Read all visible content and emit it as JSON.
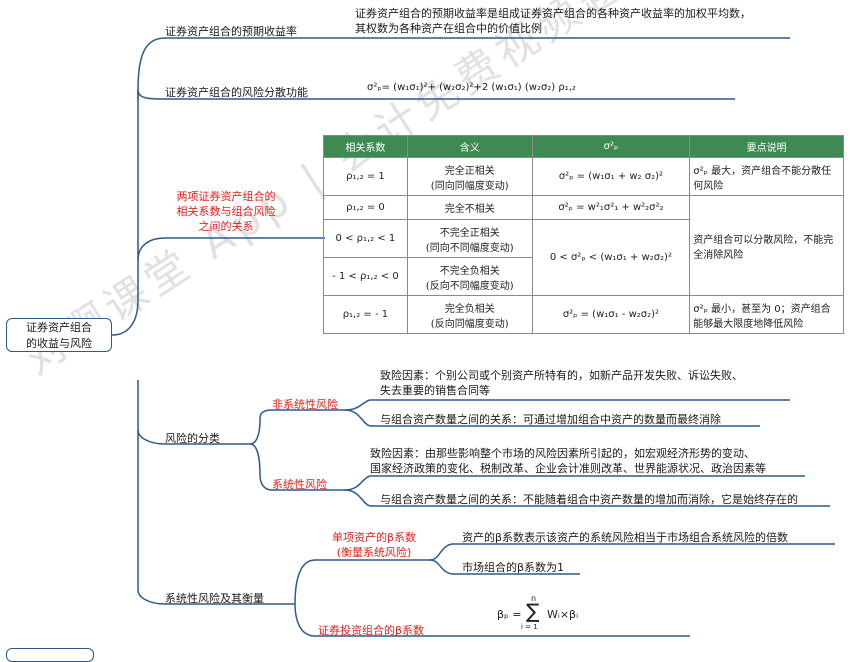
{
  "root": {
    "line1": "证券资产组合",
    "line2": "的收益与风险"
  },
  "branches": {
    "expected_return": {
      "label": "证券资产组合的预期收益率",
      "note_line1": "证券资产组合的预期收益率是组成证券资产组合的各种资产收益率的加权平均数，",
      "note_line2": "其权数为各种资产在组合中的价值比例"
    },
    "risk_diversify": {
      "label": "证券资产组合的风险分散功能",
      "formula": "σ²ₚ= (w₁σ₁)²+ (w₂σ₂)²+2 (w₁σ₁) (w₂σ₂) ρ₁,₂"
    },
    "correlation": {
      "line1": "两项证券资产组合的",
      "line2": "相关系数与组合风险",
      "line3": "之间的关系"
    },
    "risk_types": {
      "label": "风险的分类",
      "unsystematic": {
        "label": "非系统性风险",
        "cause_line1": "致险因素：个别公司或个别资产所特有的，如新产品开发失败、诉讼失败、",
        "cause_line2": "失去重要的销售合同等",
        "relation": "与组合资产数量之间的关系：可通过增加组合中资产的数量而最终消除"
      },
      "systematic": {
        "label": "系统性风险",
        "cause_line1": "致险因素：由那些影响整个市场的风险因素所引起的，如宏观经济形势的变动、",
        "cause_line2": "国家经济政策的变化、税制改革、企业会计准则改革、世界能源状况、政治因素等",
        "relation": "与组合资产数量之间的关系：不能随着组合中资产数量的增加而消除，它是始终存在的"
      }
    },
    "beta": {
      "label": "系统性风险及其衡量",
      "single": {
        "line1": "单项资产的β系数",
        "line2": "(衡量系统风险)",
        "def": "资产的β系数表示该资产的系统风险相当于市场组合系统风险的倍数",
        "market": "市场组合的β系数为1"
      },
      "portfolio": {
        "label": "证券投资组合的β系数",
        "lhs": "βₚ =",
        "sum_top": "n",
        "sum_bottom": "i = 1",
        "rhs": "Wᵢ×βᵢ"
      }
    }
  },
  "table": {
    "headers": [
      "相关系数",
      "含义",
      "σ²ₚ",
      "要点说明"
    ],
    "rows": [
      {
        "coef": "ρ₁,₂ = 1",
        "meaning1": "完全正相关",
        "meaning2": "(同向同幅度变动)",
        "sigma": "σ²ₚ = (w₁σ₁ + w₂ σ₂)²",
        "point": "σ²ₚ 最大，资产组合不能分散任何风险"
      },
      {
        "coef": "ρ₁,₂ = 0",
        "meaning1": "完全不相关",
        "meaning2": "",
        "sigma": "σ²ₚ = w²₁σ²₁ + w²₂σ²₂"
      },
      {
        "coef": "0 < ρ₁,₂ < 1",
        "meaning1": "不完全正相关",
        "meaning2": "(同向不同幅度变动)"
      },
      {
        "coef": "- 1 < ρ₁,₂ < 0",
        "meaning1": "不完全负相关",
        "meaning2": "(反向不同幅度变动)"
      },
      {
        "coef": "ρ₁,₂ = - 1",
        "meaning1": "完全负相关",
        "meaning2": "(反向同幅度变动)",
        "sigma": "σ²ₚ = (w₁σ₁ - w₂σ₂)²",
        "point": "σ²ₚ 最小，甚至为 0；资产组合能够最大限度地降低风险"
      }
    ],
    "merged_sigma": "0 < σ²ₚ < (w₁σ₁ + w₂σ₂)²",
    "merged_point": "资产组合可以分散风险，不能完全消除风险"
  },
  "watermark": "对啊课堂 App | 会计免费视频题库",
  "colors": {
    "line": "#2c5a8c",
    "header": "#3e8a52",
    "red": "#e0231f"
  }
}
